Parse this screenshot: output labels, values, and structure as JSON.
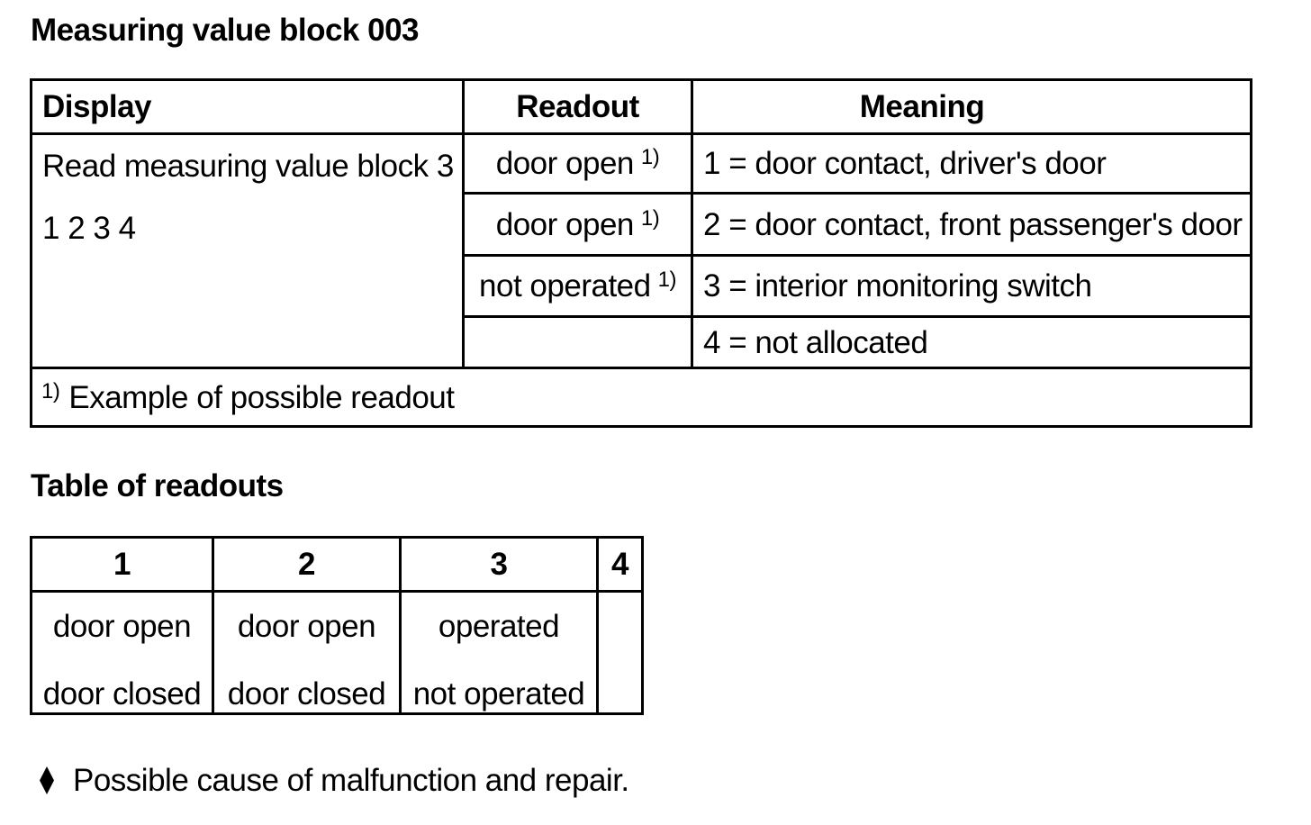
{
  "colors": {
    "text": "#000000",
    "background": "#ffffff",
    "border": "#000000"
  },
  "page": {
    "title": "Measuring value block 003",
    "bullet_note": "Possible cause of malfunction and repair."
  },
  "main_table": {
    "headers": {
      "display": "Display",
      "readout": "Readout",
      "meaning": "Meaning"
    },
    "display_cell": {
      "line1": "Read measuring value block 3",
      "line2": "1 2 3 4"
    },
    "rows": [
      {
        "readout": "door open",
        "readout_sup": "1)",
        "meaning": "1 = door contact, driver's door"
      },
      {
        "readout": "door open",
        "readout_sup": "1)",
        "meaning": "2 = door contact, front passenger's door"
      },
      {
        "readout": "not operated",
        "readout_sup": "1)",
        "meaning": "3 = interior monitoring switch"
      },
      {
        "readout": "",
        "readout_sup": "",
        "meaning": "4 = not allocated"
      }
    ],
    "footnote": {
      "sup": "1)",
      "text": "Example of possible readout"
    }
  },
  "readouts_section": {
    "heading": "Table of readouts",
    "columns": [
      "1",
      "2",
      "3",
      "4"
    ],
    "rows": [
      [
        "door open",
        "door open",
        "operated",
        ""
      ],
      [
        "door closed",
        "door closed",
        "not operated",
        ""
      ]
    ]
  }
}
